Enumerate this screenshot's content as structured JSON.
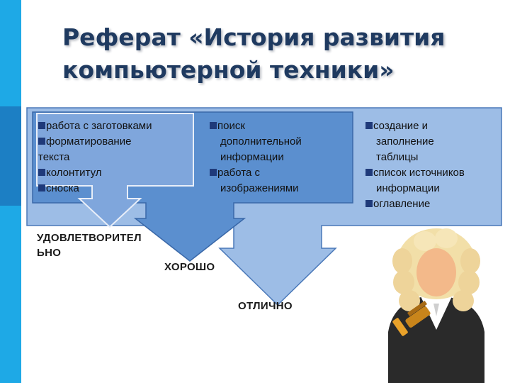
{
  "title": "Реферат «История развития компьютерной техники»",
  "box1": {
    "items": [
      {
        "first": "работа с заготовками",
        "rest": []
      },
      {
        "first": "форматирование",
        "rest": [
          "текста"
        ]
      },
      {
        "first": "колонтитул",
        "rest": []
      },
      {
        "first": "сноска",
        "rest": []
      }
    ]
  },
  "box2": {
    "items": [
      {
        "first": "поиск",
        "rest": [
          "дополнительной",
          "информации"
        ]
      },
      {
        "first": "работа с",
        "rest": [
          "изображениями"
        ]
      }
    ]
  },
  "box3": {
    "items": [
      {
        "first": "создание и",
        "rest": [
          "заполнение",
          "таблицы"
        ]
      },
      {
        "first": "список источников",
        "rest": [
          "информации"
        ]
      },
      {
        "first": "оглавление",
        "rest": []
      }
    ]
  },
  "grades": {
    "satisfactory_line1": "УДОВЛЕТВОРИТЕЛ",
    "satisfactory_line2": "ЬНО",
    "good": "ХОРОШО",
    "excellent": "ОТЛИЧНО"
  },
  "colors": {
    "outer_box": "#9dbde6",
    "middle_box": "#5b8fcf",
    "inner_box": "#7fa6dc",
    "accent": "#1ea9e6"
  },
  "icons": [
    "judge-with-gavel-icon"
  ]
}
